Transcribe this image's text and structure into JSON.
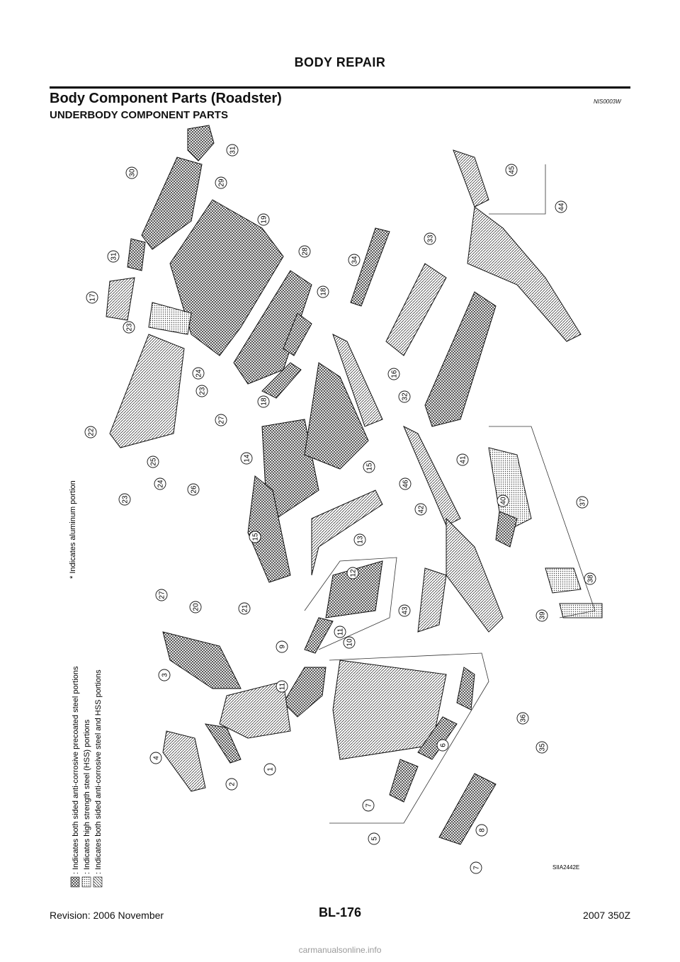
{
  "header": {
    "title": "BODY REPAIR"
  },
  "section": {
    "title": "Body Component Parts (Roadster)",
    "code": "NIS0003W",
    "subtitle": "UNDERBODY COMPONENT PARTS"
  },
  "diagram": {
    "figure_id": "SIIA2442E",
    "legend": [
      {
        "text": ": Indicates both sided anti-corrosive precoated steel portions",
        "pattern": "crosshatch"
      },
      {
        "text": ": Indicates high strength steel (HSS) portions",
        "pattern": "dots"
      },
      {
        "text": ": Indicates both sided anti-corrosive steel and HSS portions",
        "pattern": "diagonal"
      }
    ],
    "aluminum_note": "* Indicates aluminum portion",
    "callouts": [
      "31",
      "30",
      "29",
      "19",
      "31",
      "28",
      "17",
      "18",
      "23",
      "24",
      "23",
      "18",
      "22",
      "27",
      "25",
      "24",
      "23",
      "26",
      "27",
      "20",
      "21",
      "15",
      "14",
      "15",
      "13",
      "12",
      "11",
      "10",
      "9",
      "3",
      "11",
      "4",
      "2",
      "1",
      "5",
      "7",
      "7",
      "6",
      "8",
      "34",
      "33",
      "16",
      "32",
      "41",
      "46",
      "42",
      "43",
      "45",
      "44",
      "40",
      "37",
      "38",
      "39",
      "36",
      "35"
    ]
  },
  "footer": {
    "revision": "Revision: 2006 November",
    "page": "BL-176",
    "model": "2007 350Z"
  },
  "watermark": "carmanualsonline.info"
}
